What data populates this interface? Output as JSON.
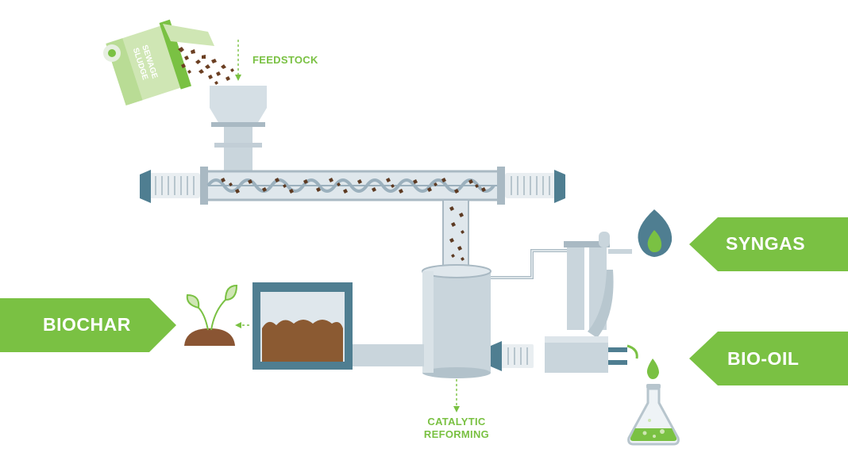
{
  "labels": {
    "feedstock": "FEEDSTOCK",
    "sludge_line1": "SEWAGE",
    "sludge_line2": "SLUDGE",
    "catalytic_line1": "CATALYTIC",
    "catalytic_line2": "REFORMING",
    "biochar": "BIOCHAR",
    "syngas": "SYNGAS",
    "bio_oil": "BIO-OIL"
  },
  "colors": {
    "green": "#7ac143",
    "steel": "#c9d5dc",
    "steel_dark": "#a9b9c3",
    "blue_dark": "#4f7e91",
    "char_brown": "#8b5a32",
    "soil_brown": "#8a5533"
  }
}
